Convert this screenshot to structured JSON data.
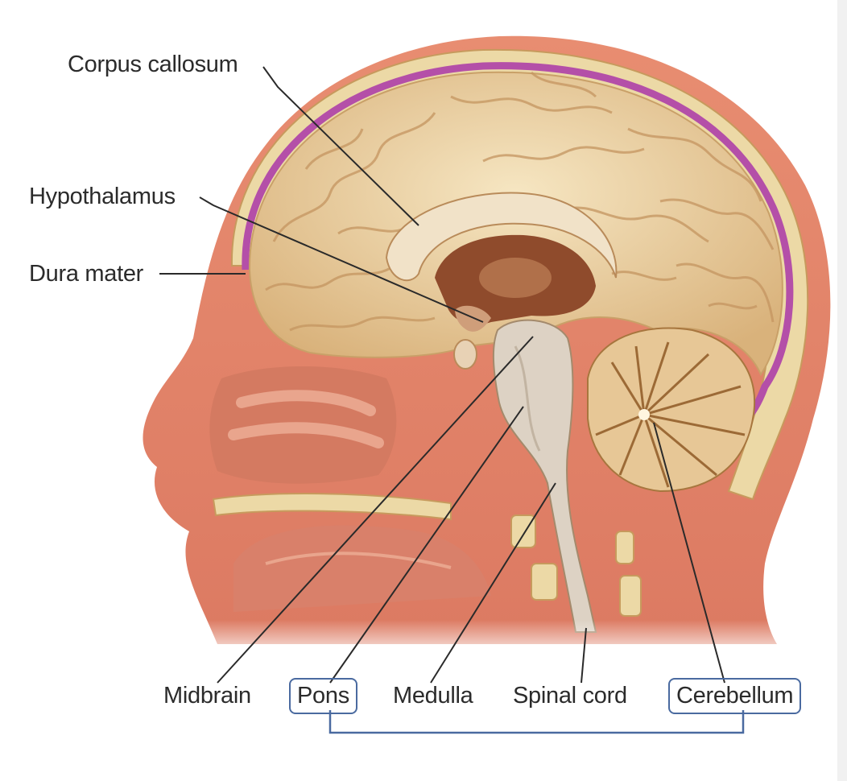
{
  "labels": {
    "corpus_callosum": "Corpus callosum",
    "hypothalamus": "Hypothalamus",
    "dura_mater": "Dura mater",
    "midbrain": "Midbrain",
    "pons": "Pons",
    "medulla": "Medulla",
    "spinal_cord": "Spinal cord",
    "cerebellum": "Cerebellum"
  },
  "colors": {
    "skin": "#e2866d",
    "skin_dark": "#c85a45",
    "bone": "#ecd9a6",
    "dura": "#b44fa8",
    "cortex": "#ecd3a2",
    "brainstem": "#ddd2c4",
    "deep_brain": "#8f4b2c",
    "leader": "#2a2a2a",
    "bracket": "#4a6aa0"
  }
}
